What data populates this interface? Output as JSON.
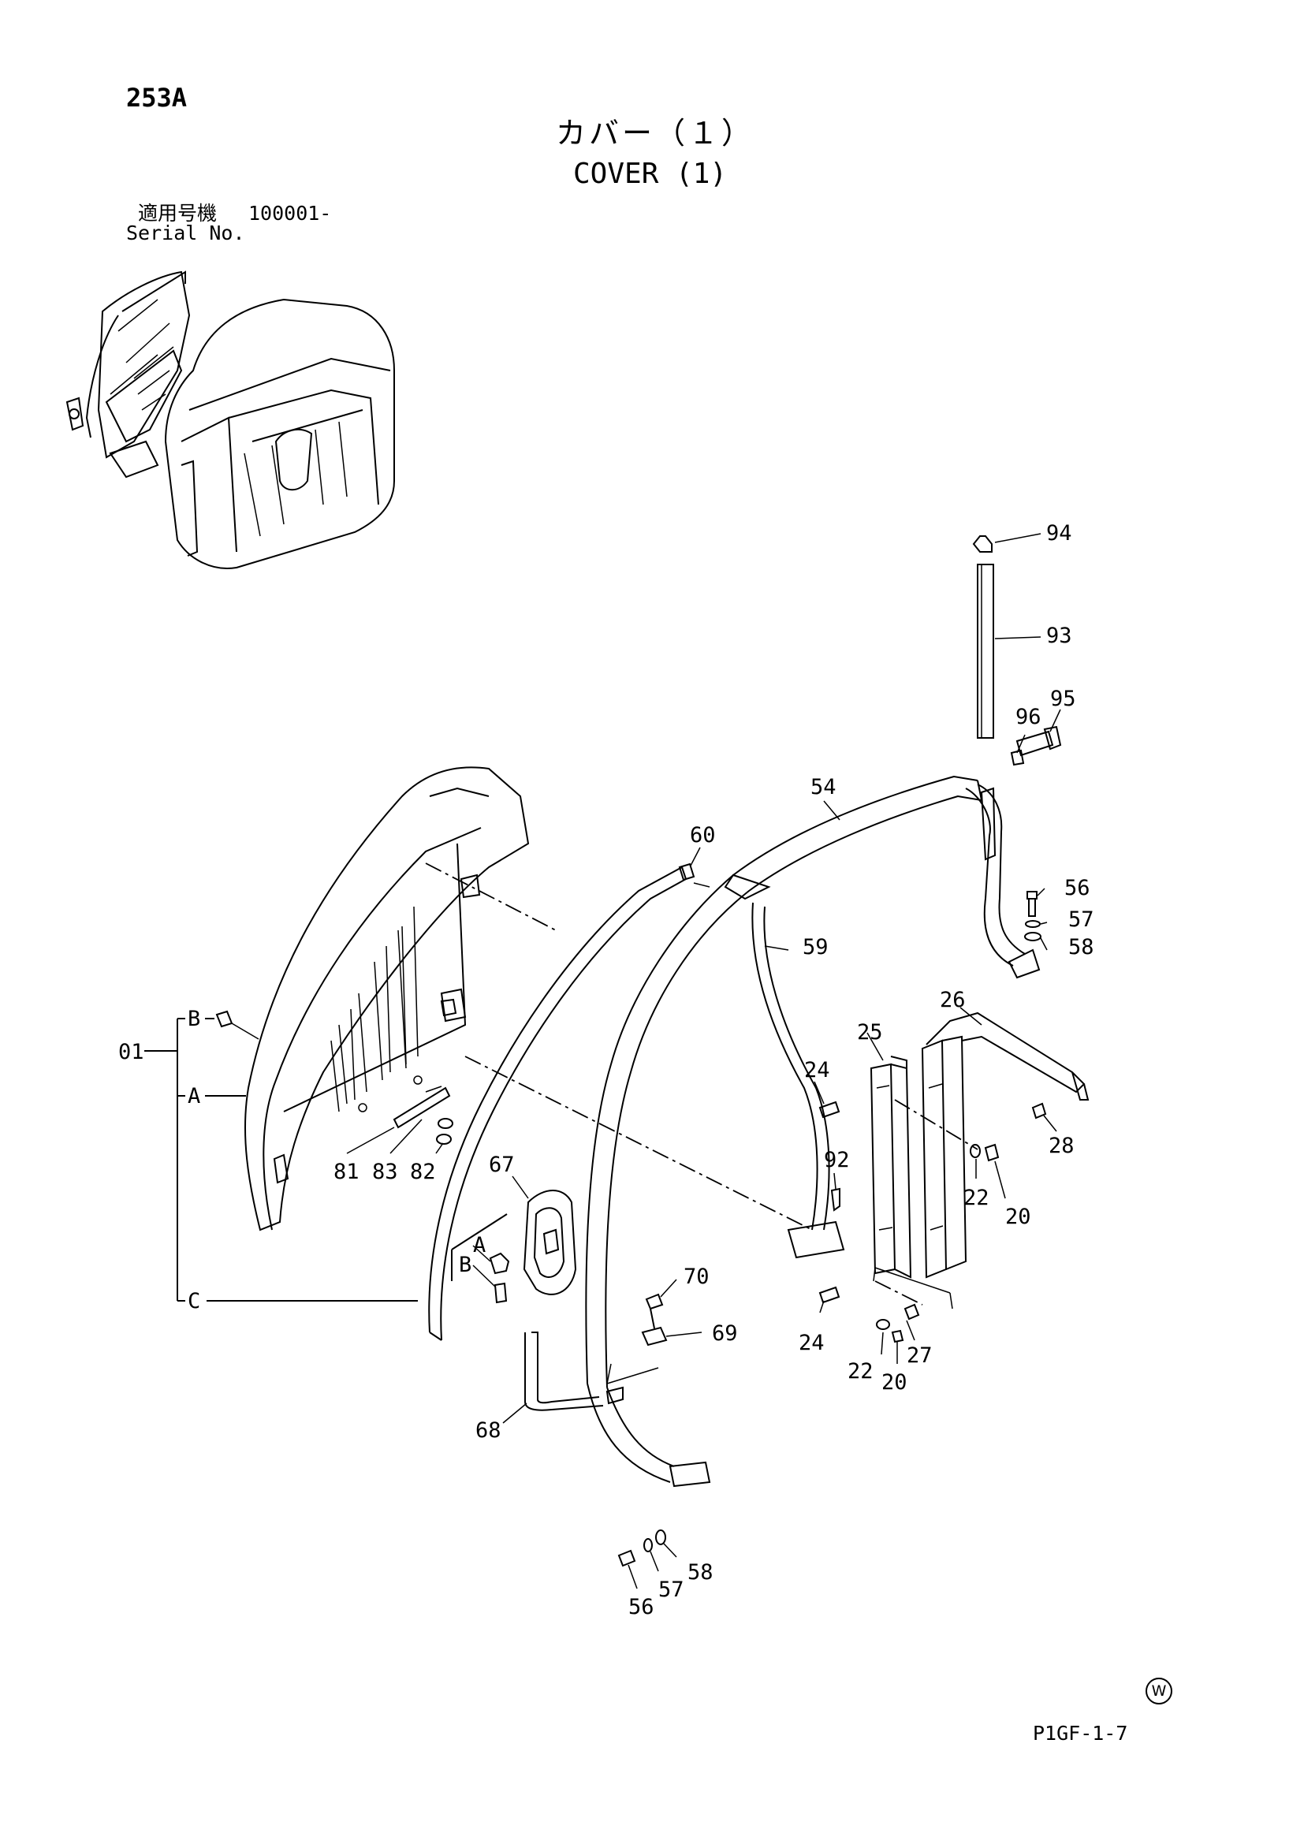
{
  "page_code": "253A",
  "title_ja": "カバー（１）",
  "title_en": "COVER (1)",
  "serial": {
    "label_ja": "適用号機",
    "value": "100001-",
    "label_en": "Serial No."
  },
  "drawing_code": "P1GF-1-7",
  "watermark_symbol": "W",
  "group": {
    "number": "01",
    "branches": [
      "B",
      "A",
      "C"
    ]
  },
  "part_labels": [
    "94",
    "93",
    "95",
    "96",
    "54",
    "60",
    "56",
    "57",
    "58",
    "59",
    "26",
    "25",
    "24",
    "28",
    "92",
    "22",
    "20",
    "81",
    "83",
    "82",
    "67",
    "A",
    "B",
    "70",
    "69",
    "27",
    "24",
    "22",
    "20",
    "68",
    "58",
    "57",
    "56"
  ]
}
